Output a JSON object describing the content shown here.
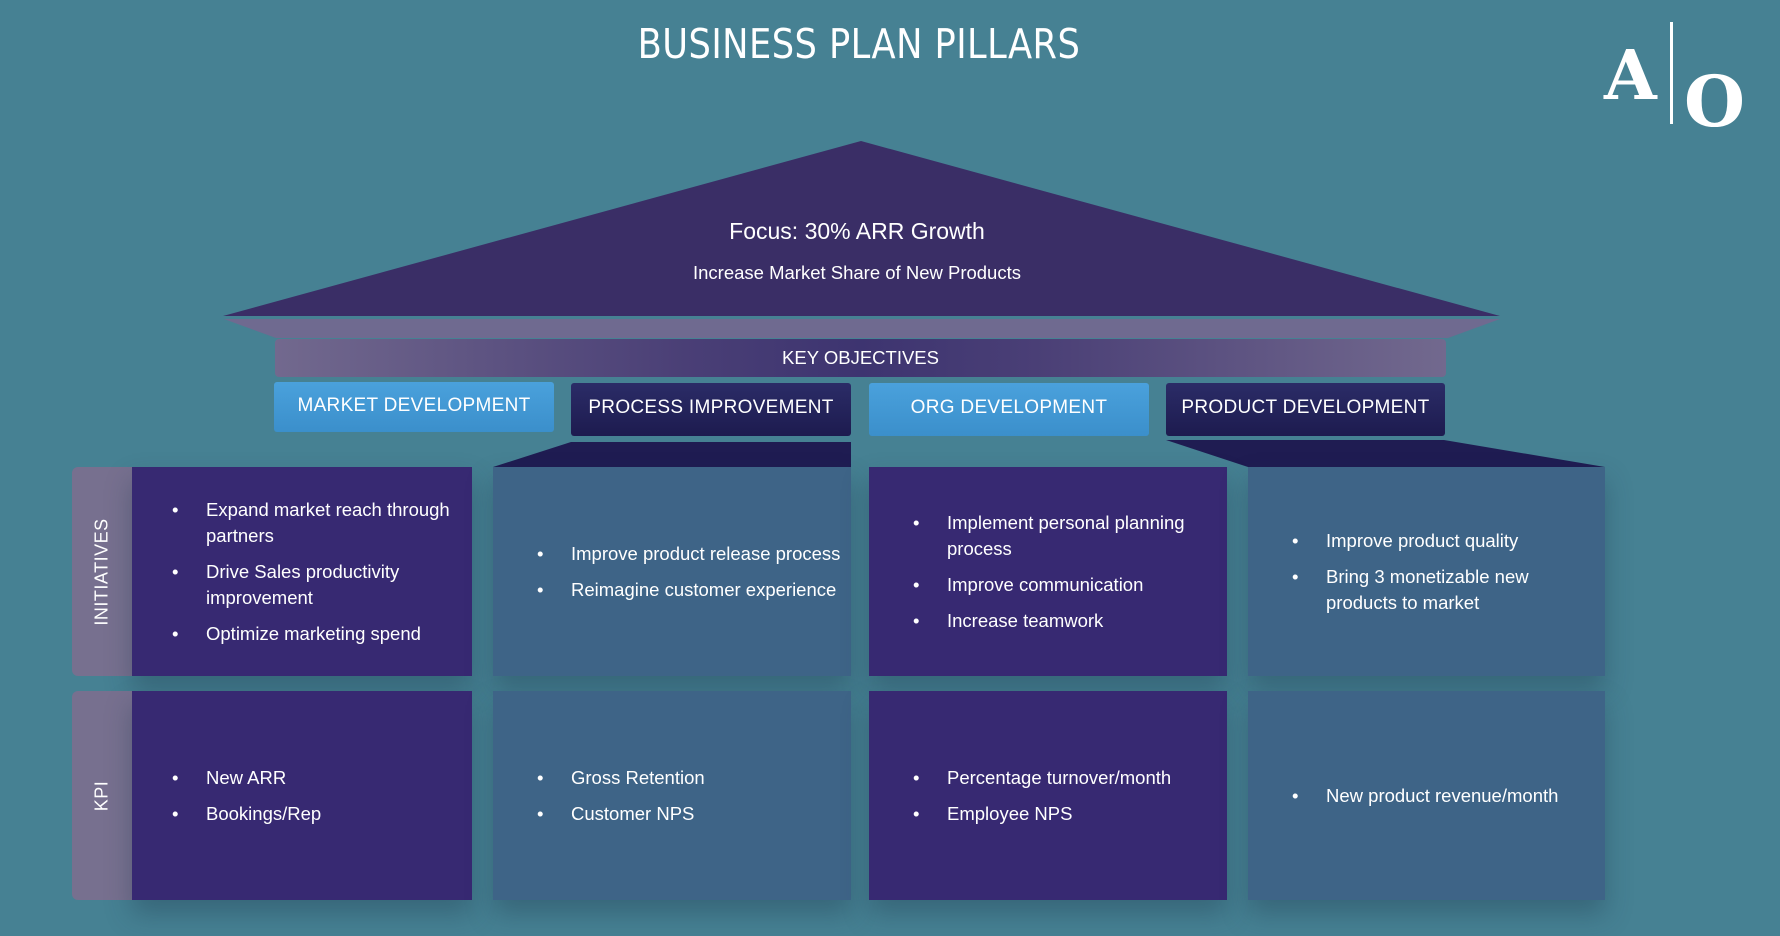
{
  "title": "BUSINESS PLAN PILLARS",
  "logo": {
    "letter_left": "A",
    "letter_right": "O"
  },
  "focus": {
    "title": "Focus: 30% ARR Growth",
    "subtitle": "Increase Market Share of New Products"
  },
  "key_objectives": "KEY OBJECTIVES",
  "pillars": [
    {
      "name": "MARKET DEVELOPMENT"
    },
    {
      "name": "PROCESS IMPROVEMENT"
    },
    {
      "name": "ORG DEVELOPMENT"
    },
    {
      "name": "PRODUCT DEVELOPMENT"
    }
  ],
  "rows": {
    "initiatives": {
      "label": "INITIATIVES",
      "cells": [
        [
          "Expand market reach through partners",
          "Drive Sales productivity improvement",
          "Optimize marketing spend"
        ],
        [
          "Improve product release process",
          "Reimagine customer experience"
        ],
        [
          "Implement personal planning process",
          "Improve communication",
          "Increase teamwork"
        ],
        [
          "Improve product quality",
          "Bring 3 monetizable new products to market"
        ]
      ]
    },
    "kpi": {
      "label": "KPI",
      "cells": [
        [
          "New ARR",
          "Bookings/Rep"
        ],
        [
          "Gross Retention",
          "Customer NPS"
        ],
        [
          "Percentage turnover/month",
          "Employee NPS"
        ],
        [
          "New product revenue/month"
        ]
      ]
    }
  },
  "colors": {
    "background": "#468193",
    "roof": "#3a2e66",
    "cell_purple": "#372972",
    "cell_blue": "#3e6487",
    "tab_light": "#4aa1dc",
    "tab_dark": "#1d1b4f",
    "side_label": "#77708f"
  }
}
